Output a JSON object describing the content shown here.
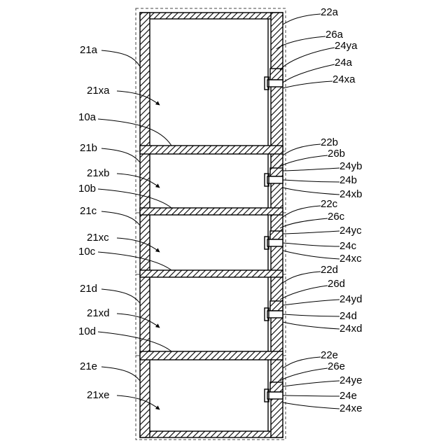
{
  "figure": {
    "modules": [
      {
        "frame": "21a",
        "interior": "21xa",
        "board": "10a",
        "wall": "22a",
        "gasket": "26a",
        "upper": "24ya",
        "connector": "24a",
        "lower": "24xa"
      },
      {
        "frame": "21b",
        "interior": "21xb",
        "board": "10b",
        "wall": "22b",
        "gasket": "26b",
        "upper": "24yb",
        "connector": "24b",
        "lower": "24xb"
      },
      {
        "frame": "21c",
        "interior": "21xc",
        "board": "10c",
        "wall": "22c",
        "gasket": "26c",
        "upper": "24yc",
        "connector": "24c",
        "lower": "24xc"
      },
      {
        "frame": "21d",
        "interior": "21xd",
        "board": "10d",
        "wall": "22d",
        "gasket": "26d",
        "upper": "24yd",
        "connector": "24d",
        "lower": "24xd"
      },
      {
        "frame": "21e",
        "interior": "21xe",
        "wall": "22e",
        "gasket": "26e",
        "upper": "24ye",
        "connector": "24e",
        "lower": "24xe"
      }
    ]
  }
}
